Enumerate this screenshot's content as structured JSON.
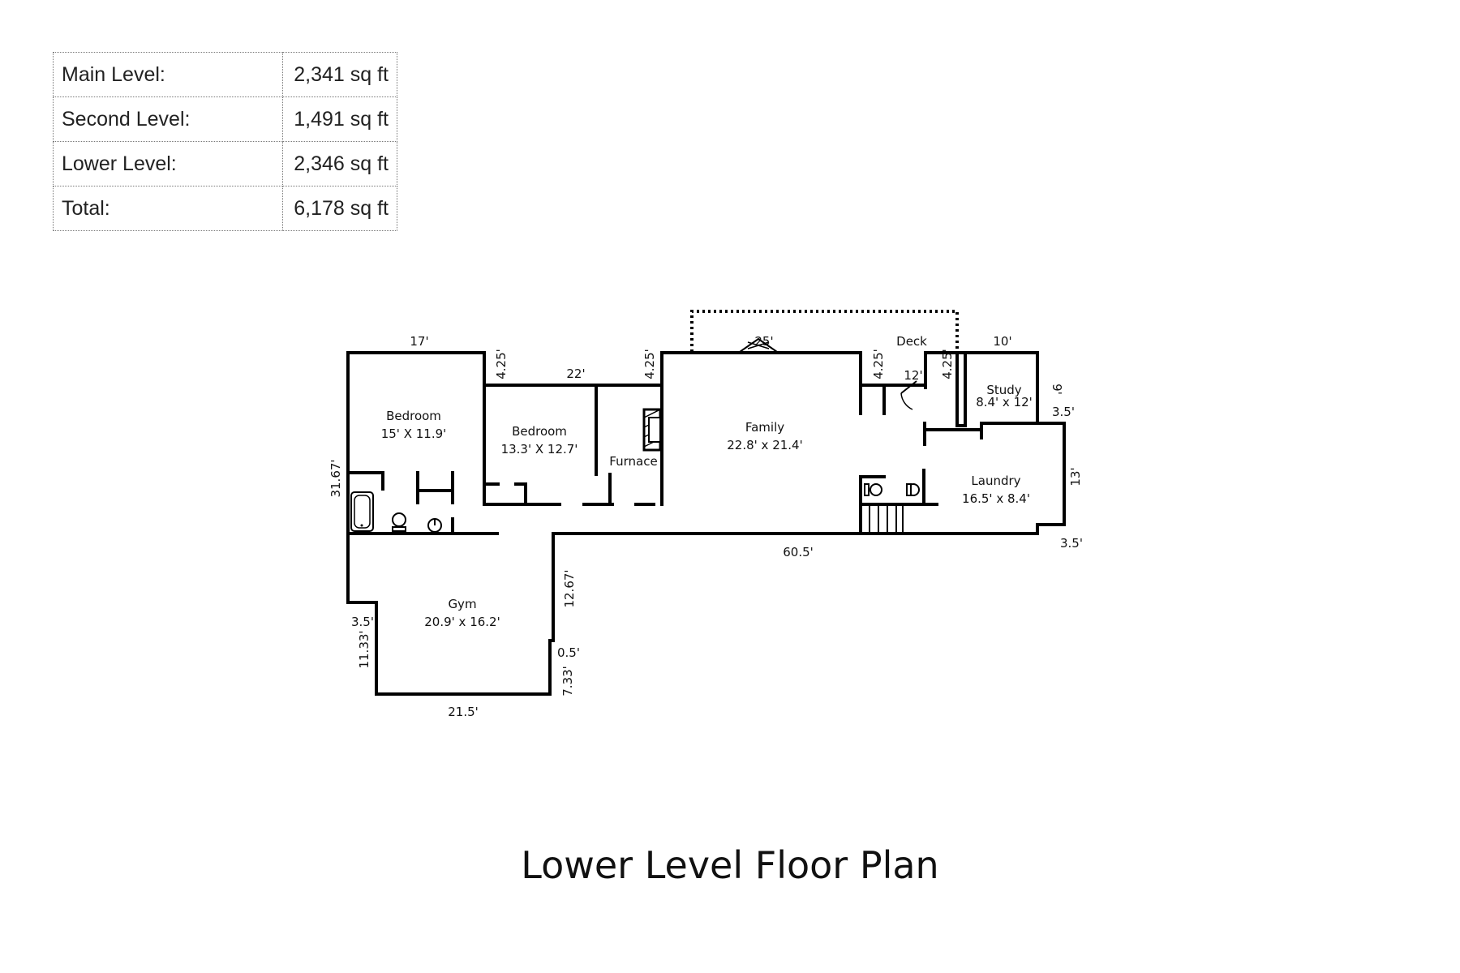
{
  "area_table": {
    "rows": [
      {
        "label": "Main Level:",
        "value": "2,341 sq ft"
      },
      {
        "label": "Second Level:",
        "value": "1,491 sq ft"
      },
      {
        "label": "Lower Level:",
        "value": "2,346 sq ft"
      },
      {
        "label": "Total:",
        "value": "6,178 sq ft"
      }
    ]
  },
  "rooms": {
    "bedroom1": {
      "name": "Bedroom",
      "dims": "15' X 11.9'"
    },
    "bedroom2": {
      "name": "Bedroom",
      "dims": "13.3' X 12.7'"
    },
    "furnace": {
      "name": "Furnace"
    },
    "family": {
      "name": "Family",
      "dims": "22.8' x 21.4'"
    },
    "deck": {
      "name": "Deck"
    },
    "study": {
      "name": "Study",
      "dims": "8.4' x 12'"
    },
    "laundry": {
      "name": "Laundry",
      "dims": "16.5' x 8.4'"
    },
    "gym": {
      "name": "Gym",
      "dims": "20.9' x 16.2'"
    }
  },
  "dimensions": {
    "d_17": "17'",
    "d_4_25_a": "4.25'",
    "d_22": "22'",
    "d_4_25_b": "4.25'",
    "d_25": "25'",
    "d_4_25_c": "4.25'",
    "d_12": "12'",
    "d_4_25_d": "4.25'",
    "d_10": "10'",
    "d_9": "9'",
    "d_3_5_a": "3.5'",
    "d_13": "13'",
    "d_3_5_b": "3.5'",
    "d_60_5": "60.5'",
    "d_31_67": "31.67'",
    "d_12_67": "12.67'",
    "d_0_5": "0.5'",
    "d_7_33": "7.33'",
    "d_3_5_c": "3.5'",
    "d_11_33": "11.33'",
    "d_21_5": "21.5'"
  },
  "title": "Lower Level Floor Plan"
}
